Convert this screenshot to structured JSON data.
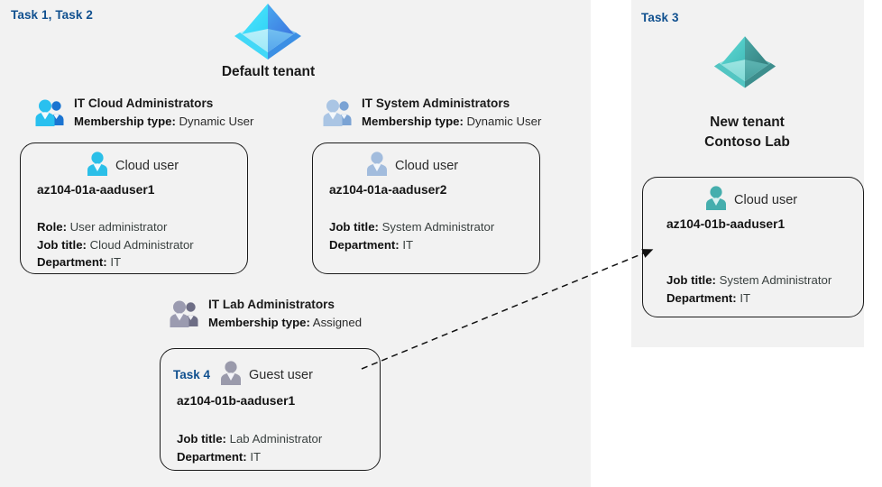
{
  "panels": {
    "default": {
      "task_label": "Task 1, Task 2",
      "tenant_icon": "azure-ad-tenant-icon",
      "tenant_title": "Default tenant"
    },
    "new": {
      "task_label": "Task 3",
      "tenant_icon": "azure-ad-tenant-icon",
      "tenant_title_line1": "New  tenant",
      "tenant_title_line2": "Contoso Lab"
    }
  },
  "groups": [
    {
      "name": "IT Cloud Administrators",
      "membership_label": "Membership type:",
      "membership_value": "Dynamic User",
      "icon": "group-users-icon"
    },
    {
      "name": "IT System Administrators",
      "membership_label": "Membership type:",
      "membership_value": "Dynamic User",
      "icon": "group-users-icon"
    },
    {
      "name": "IT Lab Administrators",
      "membership_label": "Membership type:",
      "membership_value": "Assigned",
      "icon": "group-users-icon"
    }
  ],
  "cards": [
    {
      "id": "aaduser1-cloud",
      "kind": "Cloud user",
      "kind_icon": "cloud-user-icon",
      "upn": "az104-01a-aaduser1",
      "inline_task": "",
      "props": [
        {
          "label": "Role:",
          "value": "User administrator"
        },
        {
          "label": "Job title:",
          "value": "Cloud Administrator"
        },
        {
          "label": "Department:",
          "value": "IT"
        }
      ]
    },
    {
      "id": "aaduser2-cloud",
      "kind": "Cloud user",
      "kind_icon": "cloud-user-icon",
      "upn": "az104-01a-aaduser2",
      "inline_task": "",
      "props": [
        {
          "label": "Job title:",
          "value": "System Administrator"
        },
        {
          "label": "Department:",
          "value": "IT"
        }
      ]
    },
    {
      "id": "aaduser1b-guest",
      "kind": "Guest user",
      "kind_icon": "guest-user-icon",
      "upn": "az104-01b-aaduser1",
      "inline_task": "Task 4",
      "props": [
        {
          "label": "Job title:",
          "value": "Lab Administrator"
        },
        {
          "label": "Department:",
          "value": "IT"
        }
      ]
    },
    {
      "id": "aaduser1b-cloud",
      "kind": "Cloud user",
      "kind_icon": "cloud-user-icon",
      "upn": "az104-01b-aaduser1",
      "inline_task": "",
      "props": [
        {
          "label": "Job title:",
          "value": "System Administrator"
        },
        {
          "label": "Department:",
          "value": "IT"
        }
      ]
    }
  ],
  "connector": {
    "name": "guest-user-invite-arrow",
    "style": "dashed-arrow"
  },
  "colors": {
    "panel_bg": "#f2f2f2",
    "page_bg": "#ffffff",
    "task_blue": "#10508f",
    "tenant_blue_light": "#50e6ff",
    "tenant_blue_dark": "#3c91e6",
    "tenant_teal_light": "#50d2cf",
    "tenant_teal_dark": "#3f9c9b",
    "card_border": "#1b1b1b",
    "user_cyan": "#2bbfe8",
    "user_teal": "#3aa5a2",
    "user_gray": "#9a9aab",
    "group_blue": "#1e9ee5",
    "group_lightblue": "#a9c4e4",
    "group_gray": "#8e8ea3"
  }
}
